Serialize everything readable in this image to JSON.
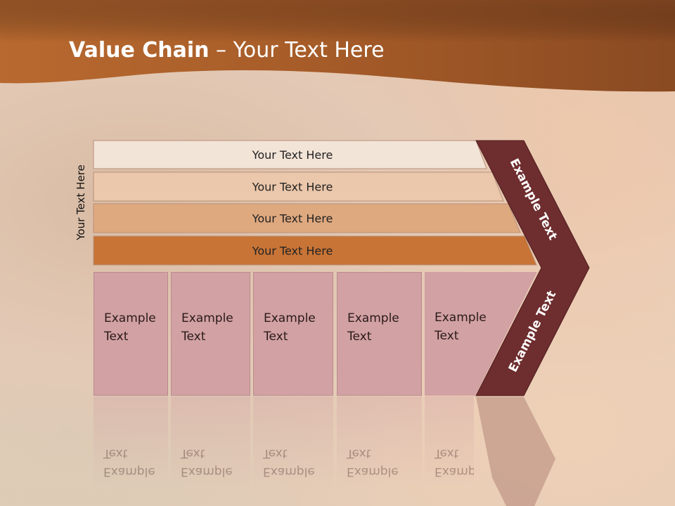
{
  "title": {
    "bold": "Value Chain",
    "rest": " – Your Text Here"
  },
  "vertical_label": "Your Text Here",
  "bars": [
    {
      "label": "Your Text Here",
      "fill": "#f3e4d8"
    },
    {
      "label": "Your Text Here",
      "fill": "#ebc7ab"
    },
    {
      "label": "Your Text Here",
      "fill": "#dfa97f"
    },
    {
      "label": "Your Text Here",
      "fill": "#c87436"
    }
  ],
  "columns": [
    {
      "line1": "Example",
      "line2": "Text"
    },
    {
      "line1": "Example",
      "line2": "Text"
    },
    {
      "line1": "Example",
      "line2": "Text"
    },
    {
      "line1": "Example",
      "line2": "Text"
    },
    {
      "line1": "Example",
      "line2": "Text"
    }
  ],
  "chevron": {
    "top_label": "Example Text",
    "bottom_label": "Example Text",
    "fill": "#6e2d2e"
  },
  "colors": {
    "header": "#a9602b",
    "column_fill": "#d2a1a3"
  }
}
